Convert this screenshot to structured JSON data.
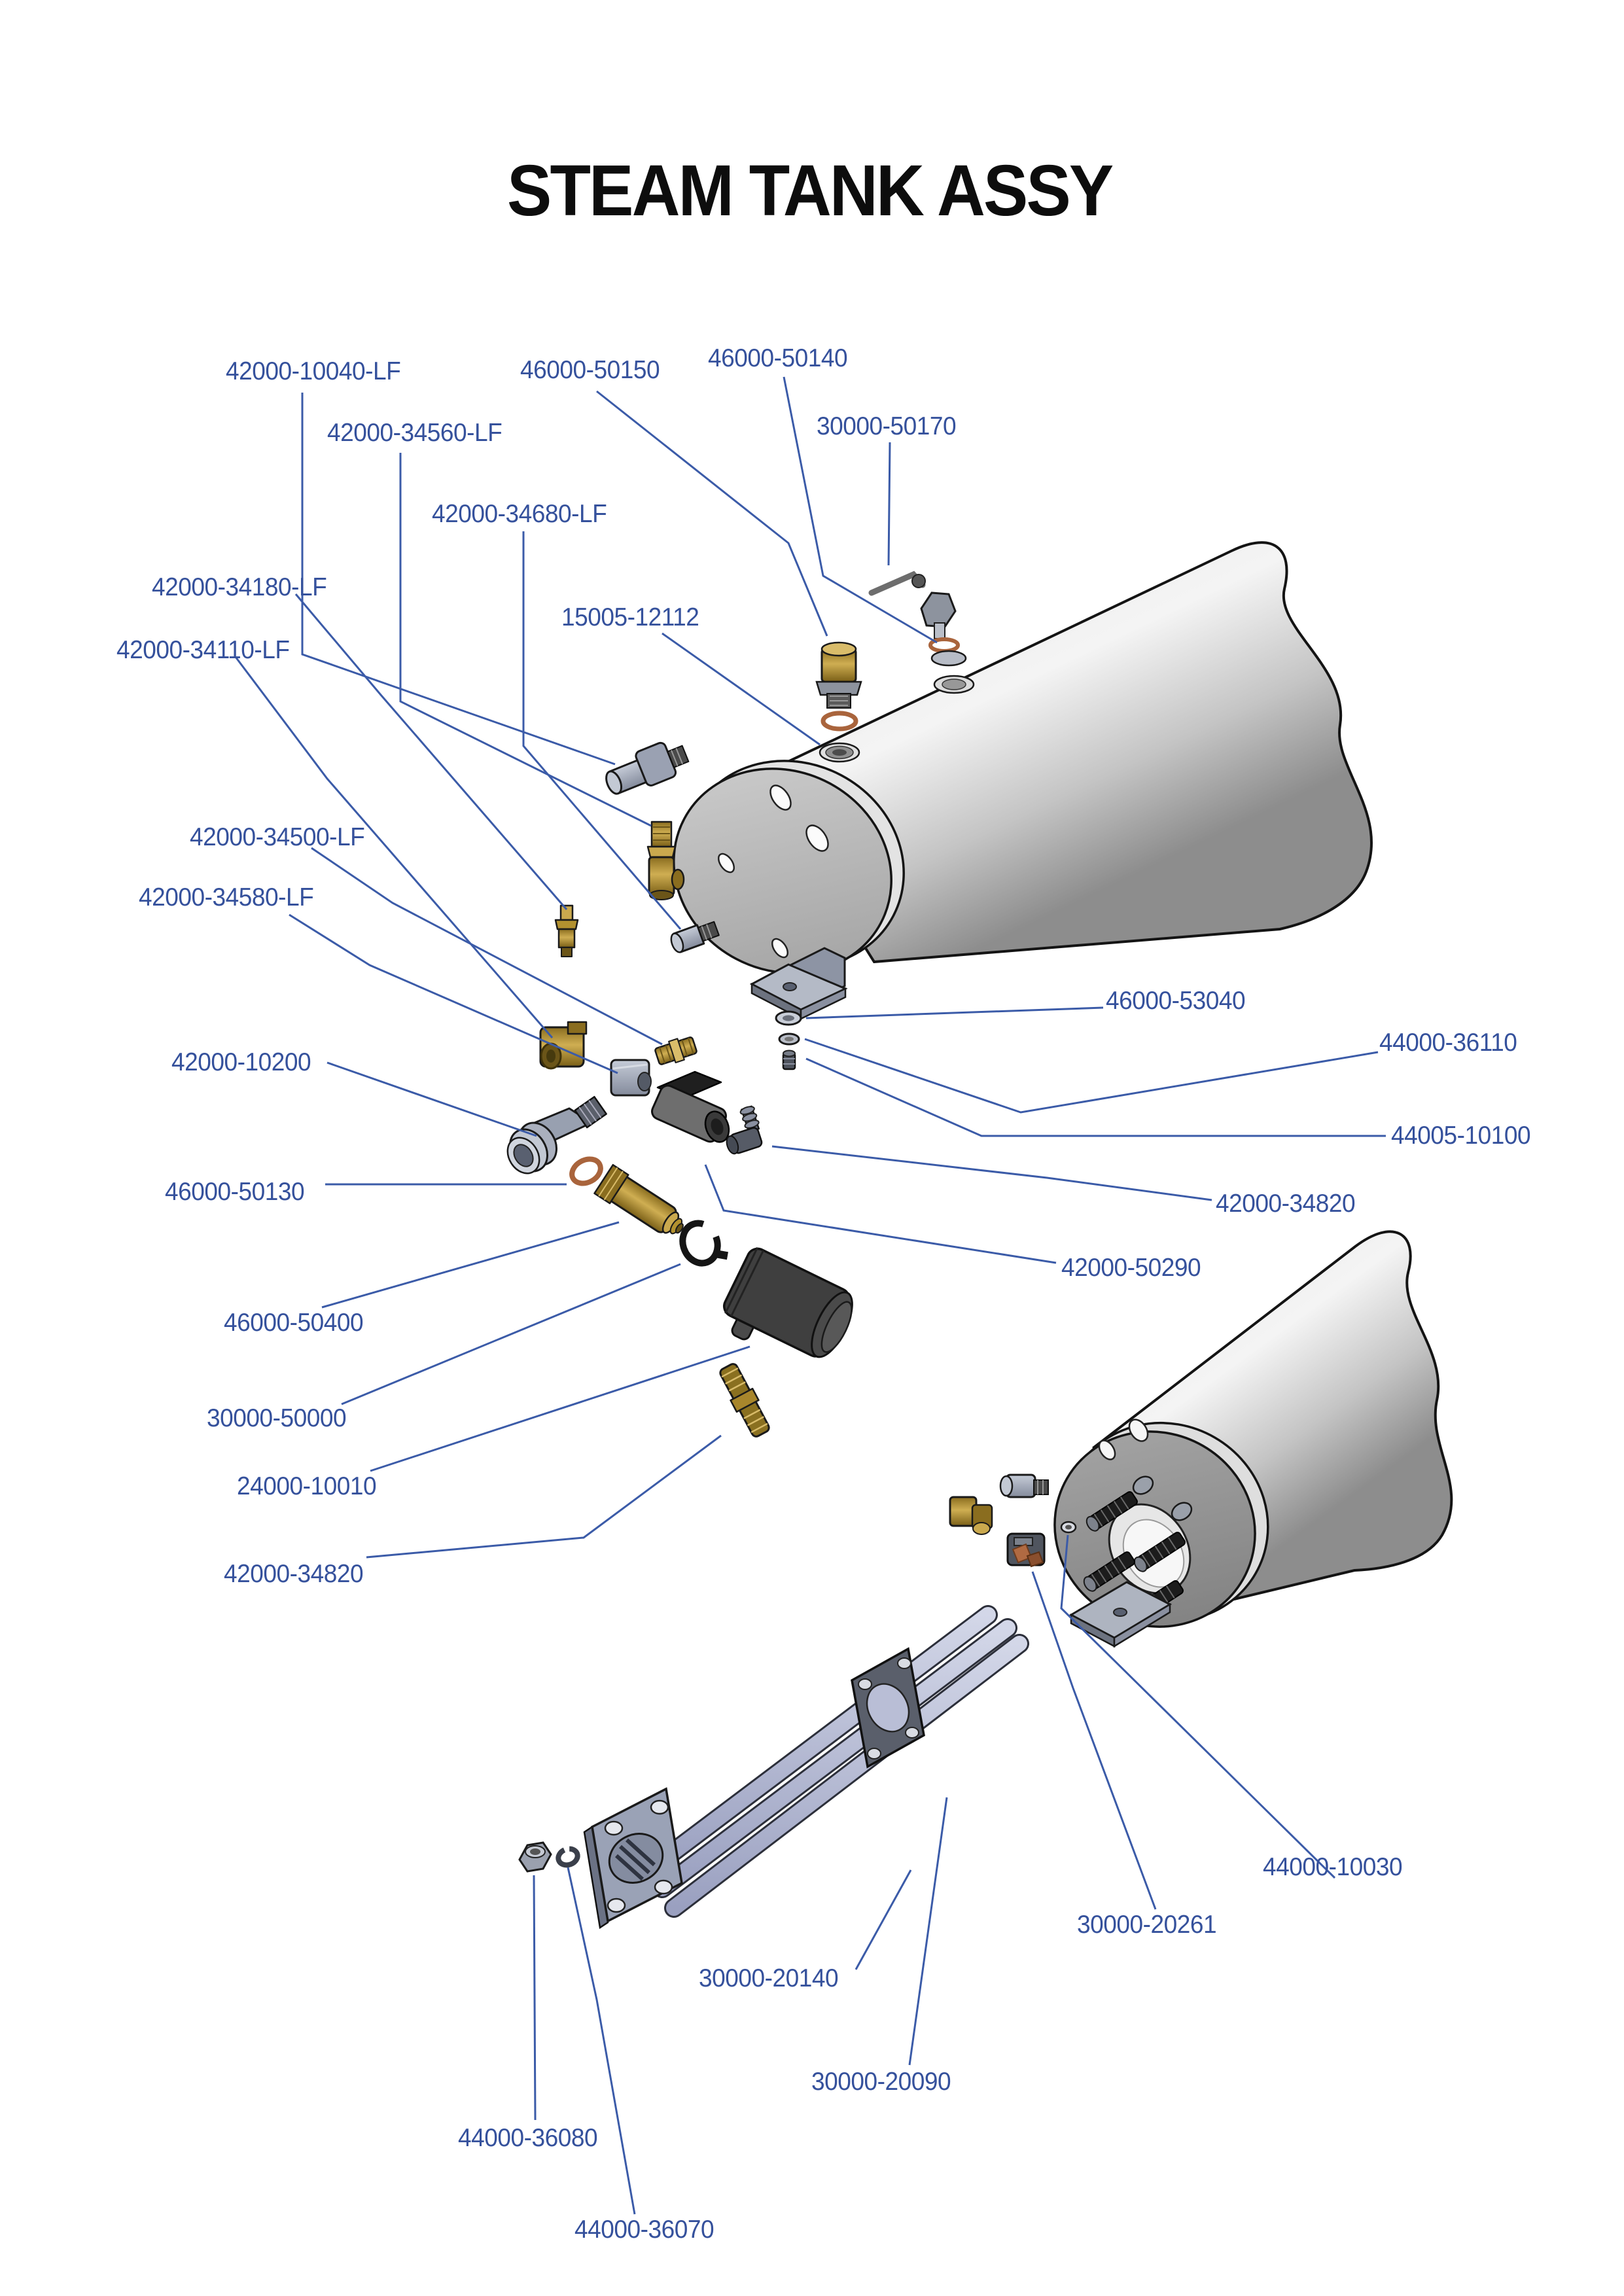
{
  "title": "STEAM TANK ASSY",
  "colors": {
    "label_text": "#35519c",
    "leader_line": "#3b5ba8",
    "tank_gray": "#d6d6d6",
    "brass": "#b3912f",
    "copper": "#a9643c",
    "steel": "#9aa1b2",
    "dark_part": "#3f3f3f",
    "background": "#ffffff",
    "title_text": "#0d0d0d"
  },
  "labels": [
    {
      "text": "42000-10040-LF"
    },
    {
      "text": "46000-50150"
    },
    {
      "text": "46000-50140"
    },
    {
      "text": "42000-34560-LF"
    },
    {
      "text": "30000-50170"
    },
    {
      "text": "42000-34680-LF"
    },
    {
      "text": "42000-34180-LF"
    },
    {
      "text": "15005-12112"
    },
    {
      "text": "42000-34110-LF"
    },
    {
      "text": "42000-34500-LF"
    },
    {
      "text": "42000-34580-LF"
    },
    {
      "text": "46000-53040"
    },
    {
      "text": "44000-36110"
    },
    {
      "text": "42000-10200"
    },
    {
      "text": "44005-10100"
    },
    {
      "text": "46000-50130"
    },
    {
      "text": "42000-34820"
    },
    {
      "text": "42000-50290"
    },
    {
      "text": "46000-50400"
    },
    {
      "text": "30000-50000"
    },
    {
      "text": "24000-10010"
    },
    {
      "text": "42000-34820"
    },
    {
      "text": "44000-10030"
    },
    {
      "text": "30000-20261"
    },
    {
      "text": "30000-20140"
    },
    {
      "text": "30000-20090"
    },
    {
      "text": "44000-36080"
    },
    {
      "text": "44000-36070"
    }
  ],
  "parts": [
    "steam-tank-main",
    "steam-tank-secondary",
    "heating-element",
    "mounting-bracket",
    "relief-valve",
    "brass-sensor-fitting",
    "copper-gasket",
    "tank-port",
    "elbow-fittings",
    "check-valve",
    "o-ring",
    "silencer-cylinder",
    "hex-nut",
    "lock-washer",
    "washer-stack",
    "terminal-connector",
    "studs",
    "flange-plate",
    "gasket-plate"
  ]
}
